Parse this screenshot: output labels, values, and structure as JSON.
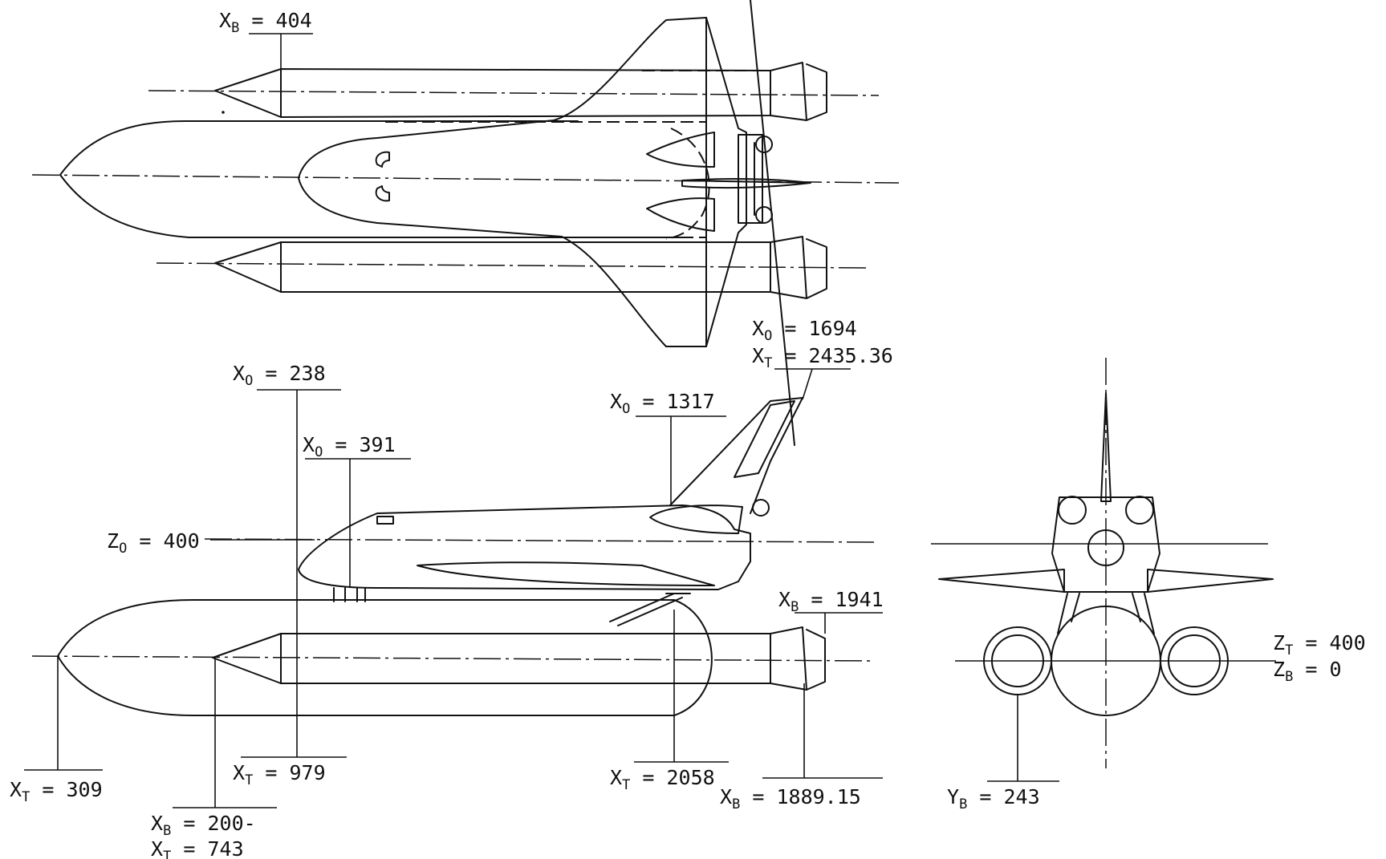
{
  "labels": {
    "xb404": {
      "sym": "X",
      "sub": "B",
      "rest": " = 404"
    },
    "xo1694": {
      "sym": "X",
      "sub": "O",
      "rest": " = 1694"
    },
    "xt2435": {
      "sym": "X",
      "sub": "T",
      "rest": " = 2435.36"
    },
    "xo238": {
      "sym": "X",
      "sub": "O",
      "rest": " = 238"
    },
    "xo1317": {
      "sym": "X",
      "sub": "O",
      "rest": " = 1317"
    },
    "xo391": {
      "sym": "X",
      "sub": "O",
      "rest": " = 391"
    },
    "zo400": {
      "sym": "Z",
      "sub": "O",
      "rest": " = 400"
    },
    "xb1941": {
      "sym": "X",
      "sub": "B",
      "rest": " = 1941"
    },
    "zt400": {
      "sym": "Z",
      "sub": "T",
      "rest": " = 400"
    },
    "zb0": {
      "sym": "Z",
      "sub": "B",
      "rest": " = 0"
    },
    "xt309": {
      "sym": "X",
      "sub": "T",
      "rest": " = 309"
    },
    "xt979": {
      "sym": "X",
      "sub": "T",
      "rest": " = 979"
    },
    "xt2058": {
      "sym": "X",
      "sub": "T",
      "rest": " = 2058"
    },
    "xb1889": {
      "sym": "X",
      "sub": "B",
      "rest": " = 1889.15"
    },
    "yb243": {
      "sym": "Y",
      "sub": "B",
      "rest": " = 243"
    },
    "xb200": {
      "sym": "X",
      "sub": "B",
      "rest": " = 200-"
    },
    "xt743": {
      "sym": "X",
      "sub": "T",
      "rest": " = 743"
    }
  },
  "colors": {
    "ink": "#111111",
    "paper": "#ffffff"
  }
}
